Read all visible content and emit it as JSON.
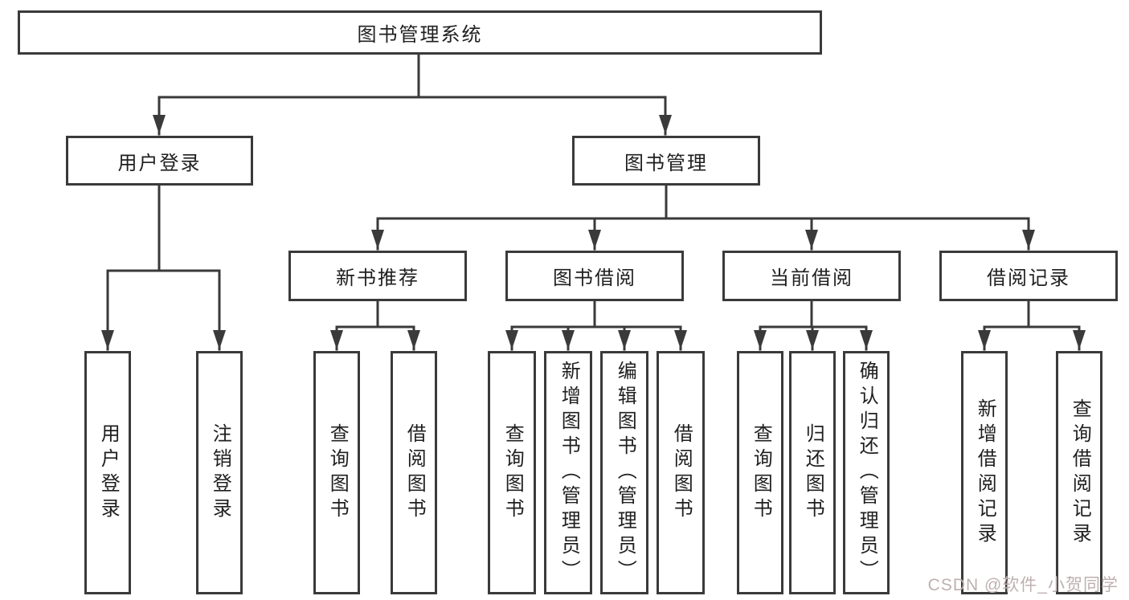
{
  "tree": {
    "label": "图书管理系统",
    "children": [
      {
        "label": "用户登录",
        "children": [
          {
            "label": "用户登录"
          },
          {
            "label": "注销登录"
          }
        ]
      },
      {
        "label": "图书管理",
        "children": [
          {
            "label": "新书推荐",
            "children": [
              {
                "label": "查询图书"
              },
              {
                "label": "借阅图书"
              }
            ]
          },
          {
            "label": "图书借阅",
            "children": [
              {
                "label": "查询图书"
              },
              {
                "label": "新增图书（管理员）"
              },
              {
                "label": "编辑图书（管理员）"
              },
              {
                "label": "借阅图书"
              }
            ]
          },
          {
            "label": "当前借阅",
            "children": [
              {
                "label": "查询图书"
              },
              {
                "label": "归还图书"
              },
              {
                "label": "确认归还（管理员）"
              }
            ]
          },
          {
            "label": "借阅记录",
            "children": [
              {
                "label": "新增借阅记录"
              },
              {
                "label": "查询借阅记录"
              }
            ]
          }
        ]
      }
    ]
  },
  "watermark": {
    "text": "CSDN @软件_小贺同学"
  },
  "colors": {
    "line": "#3a3a3a",
    "box_border": "#3a3a3a",
    "text": "#1f1f1f",
    "background": "#ffffff",
    "watermark": "#bfb0b0"
  }
}
